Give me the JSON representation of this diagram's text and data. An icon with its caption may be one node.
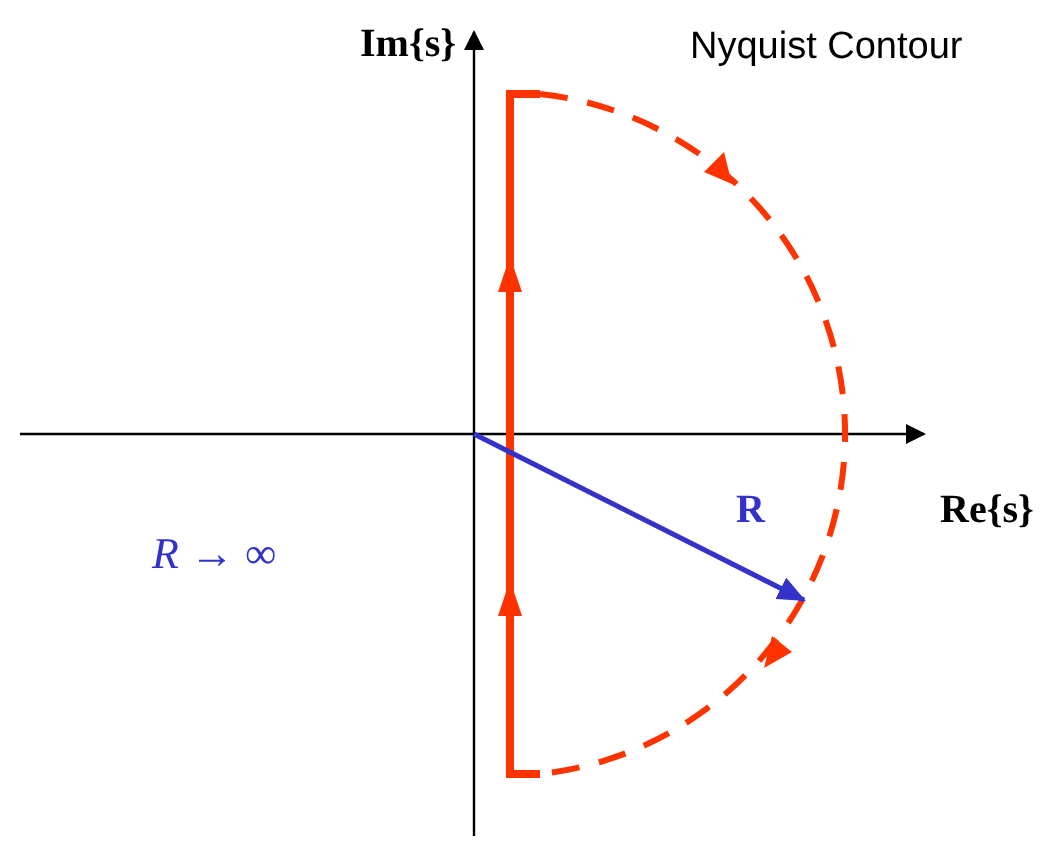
{
  "diagram": {
    "title": "Nyquist Contour",
    "labels": [
      "Im{s}",
      "Re{s}",
      "R",
      "*R* → ∞"
    ]
  }
}
